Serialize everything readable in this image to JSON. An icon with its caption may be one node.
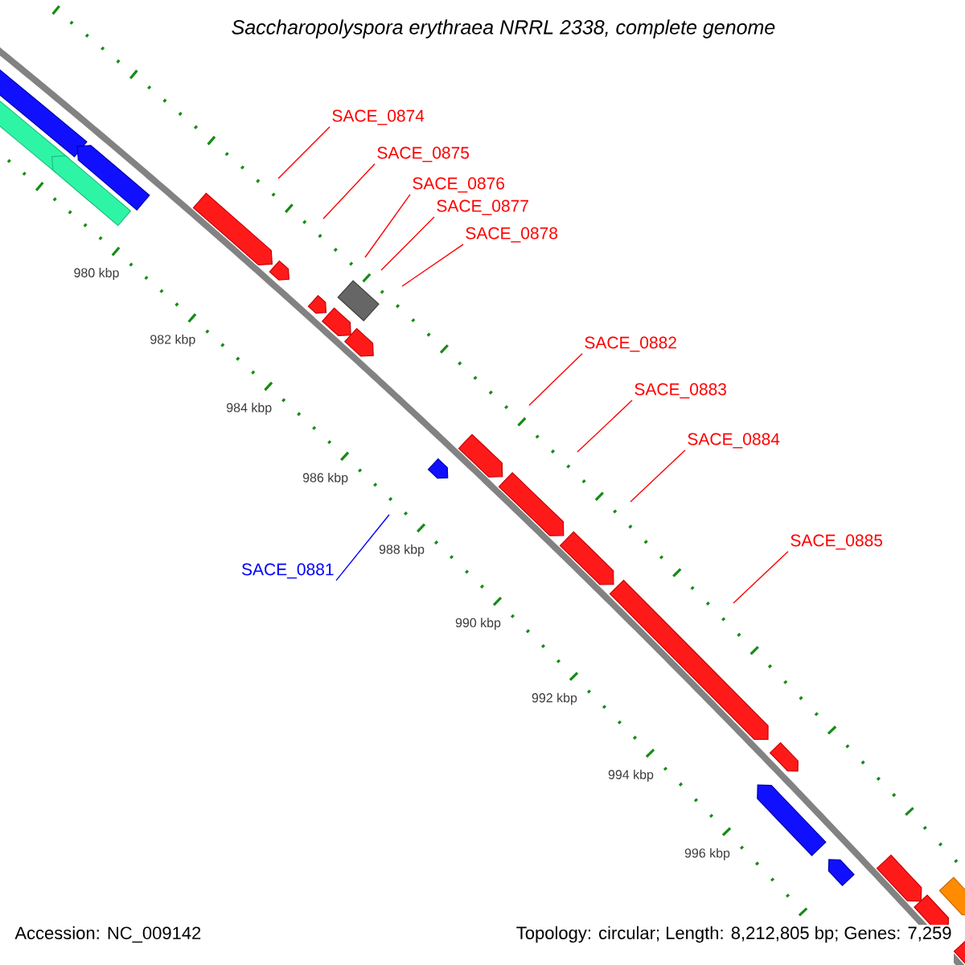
{
  "diagram": {
    "title": "Saccharopolyspora erythraea NRRL 2338, complete genome",
    "nodes": [
      {
        "text": [
          "SACE_0874"
        ]
      },
      {
        "text": [
          "SACE_0875"
        ]
      },
      {
        "text": [
          "SACE_0876"
        ]
      },
      {
        "text": [
          "SACE_0877"
        ]
      },
      {
        "text": [
          "SACE_0878"
        ]
      },
      {
        "text": [
          "SACE_0882"
        ]
      },
      {
        "text": [
          "SACE_0883"
        ]
      },
      {
        "text": [
          "SACE_0884"
        ]
      },
      {
        "text": [
          "SACE_0885"
        ]
      },
      {
        "text": [
          "SACE_0881"
        ]
      }
    ],
    "edges": [
      {
        "from": 0,
        "to": null,
        "arrow": "none"
      },
      {
        "from": 1,
        "to": null,
        "arrow": "none"
      },
      {
        "from": 2,
        "to": null,
        "arrow": "none"
      },
      {
        "from": 3,
        "to": null,
        "arrow": "none"
      },
      {
        "from": 4,
        "to": null,
        "arrow": "none"
      },
      {
        "from": 5,
        "to": null,
        "arrow": "none"
      },
      {
        "from": 6,
        "to": null,
        "arrow": "none"
      },
      {
        "from": 7,
        "to": null,
        "arrow": "none"
      },
      {
        "from": 8,
        "to": null,
        "arrow": "none"
      },
      {
        "from": 9,
        "to": null,
        "arrow": "none",
        "color": "#0000ff"
      }
    ],
    "labels": [
      "980 kbp",
      "982 kbp",
      "984 kbp",
      "986 kbp",
      "988 kbp",
      "990 kbp",
      "992 kbp",
      "994 kbp",
      "996 kbp",
      "Accession: NC_009142",
      "Topology: circular; Length: 8,212,805 bp; Genes: 7,259"
    ]
  }
}
